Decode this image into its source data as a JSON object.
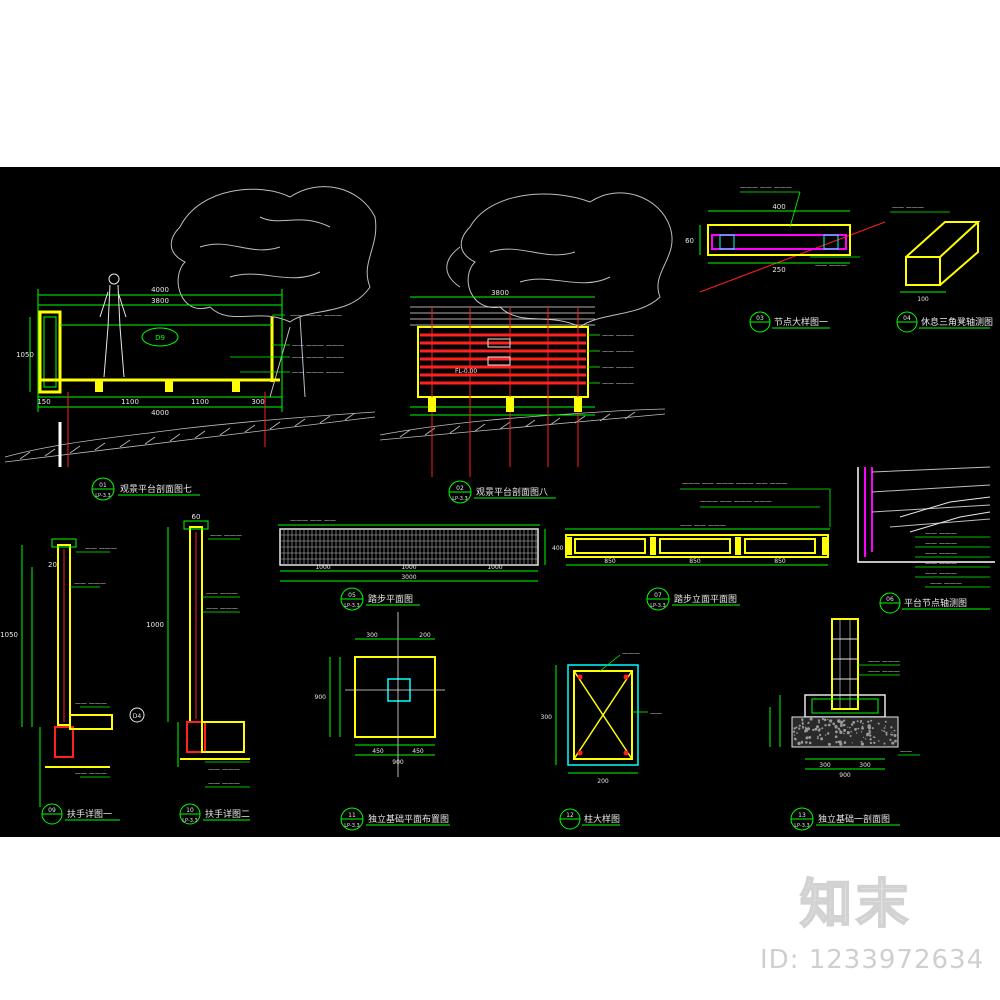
{
  "sheet": {
    "panels": [
      {
        "num": "01",
        "ref": "LP-3.3",
        "title": "观景平台剖面图七"
      },
      {
        "num": "02",
        "ref": "LP-3.3",
        "title": "观景平台剖面图八"
      },
      {
        "num": "03",
        "ref": "",
        "title": "节点大样图一"
      },
      {
        "num": "04",
        "ref": "",
        "title": "休息三角凳轴测图"
      },
      {
        "num": "05",
        "ref": "LP-3.3",
        "title": "踏步平面图"
      },
      {
        "num": "06",
        "ref": "",
        "title": "平台节点轴测图"
      },
      {
        "num": "07",
        "ref": "LP-3.3",
        "title": "踏步立面平面图"
      },
      {
        "num": "09",
        "ref": "",
        "title": "扶手详图一"
      },
      {
        "num": "10",
        "ref": "LP-3.3",
        "title": "扶手详图二"
      },
      {
        "num": "11",
        "ref": "LP-3.3",
        "title": "独立基础平面布置图"
      },
      {
        "num": "12",
        "ref": "",
        "title": "柱大样图"
      },
      {
        "num": "13",
        "ref": "LP-3.3",
        "title": "独立基础一剖面图"
      }
    ],
    "dims": {
      "p01_total_top": "4000",
      "p01_sub_top": "3800",
      "p01_bottom": "4000",
      "p01_seg_a": "1100",
      "p01_seg_b": "1100",
      "p01_seg_c": "300",
      "p01_left": "150",
      "p01_h": "1050",
      "p02_top": "3800",
      "p03_top": "400",
      "p03_bottom": "250",
      "p03_left": "60",
      "p04_side": "100",
      "p05_total": "3000",
      "p05_seg_a": "1000",
      "p05_seg_b": "1000",
      "p05_seg_c": "1000",
      "p05_h": "400",
      "p07_a": "850",
      "p07_b": "850",
      "p07_c": "850",
      "p09_h": "1050",
      "p09_top": "20",
      "p10_h": "1000",
      "p10_top": "60",
      "p11_a": "300",
      "p11_b": "200",
      "p11_c": "450",
      "p11_d": "450",
      "p11_total": "900",
      "p12_w": "200",
      "p12_h": "300",
      "p13_a": "300",
      "p13_b": "300",
      "p13_total": "900"
    },
    "notes": {
      "p01_tag": "D9",
      "p09_tag": "D4",
      "p02_layer": "FL-0.00"
    }
  },
  "brand": {
    "logo_text": "知末"
  },
  "image_id": "ID: 1233972634",
  "colors": {
    "cad_yellow": "#ffff00",
    "cad_green": "#00ff00",
    "cad_red": "#ff2020",
    "cad_white": "#e8e8e8",
    "cad_cyan": "#00ffff",
    "cad_magenta": "#ff00ff",
    "cad_gray": "#9a9a9a"
  }
}
